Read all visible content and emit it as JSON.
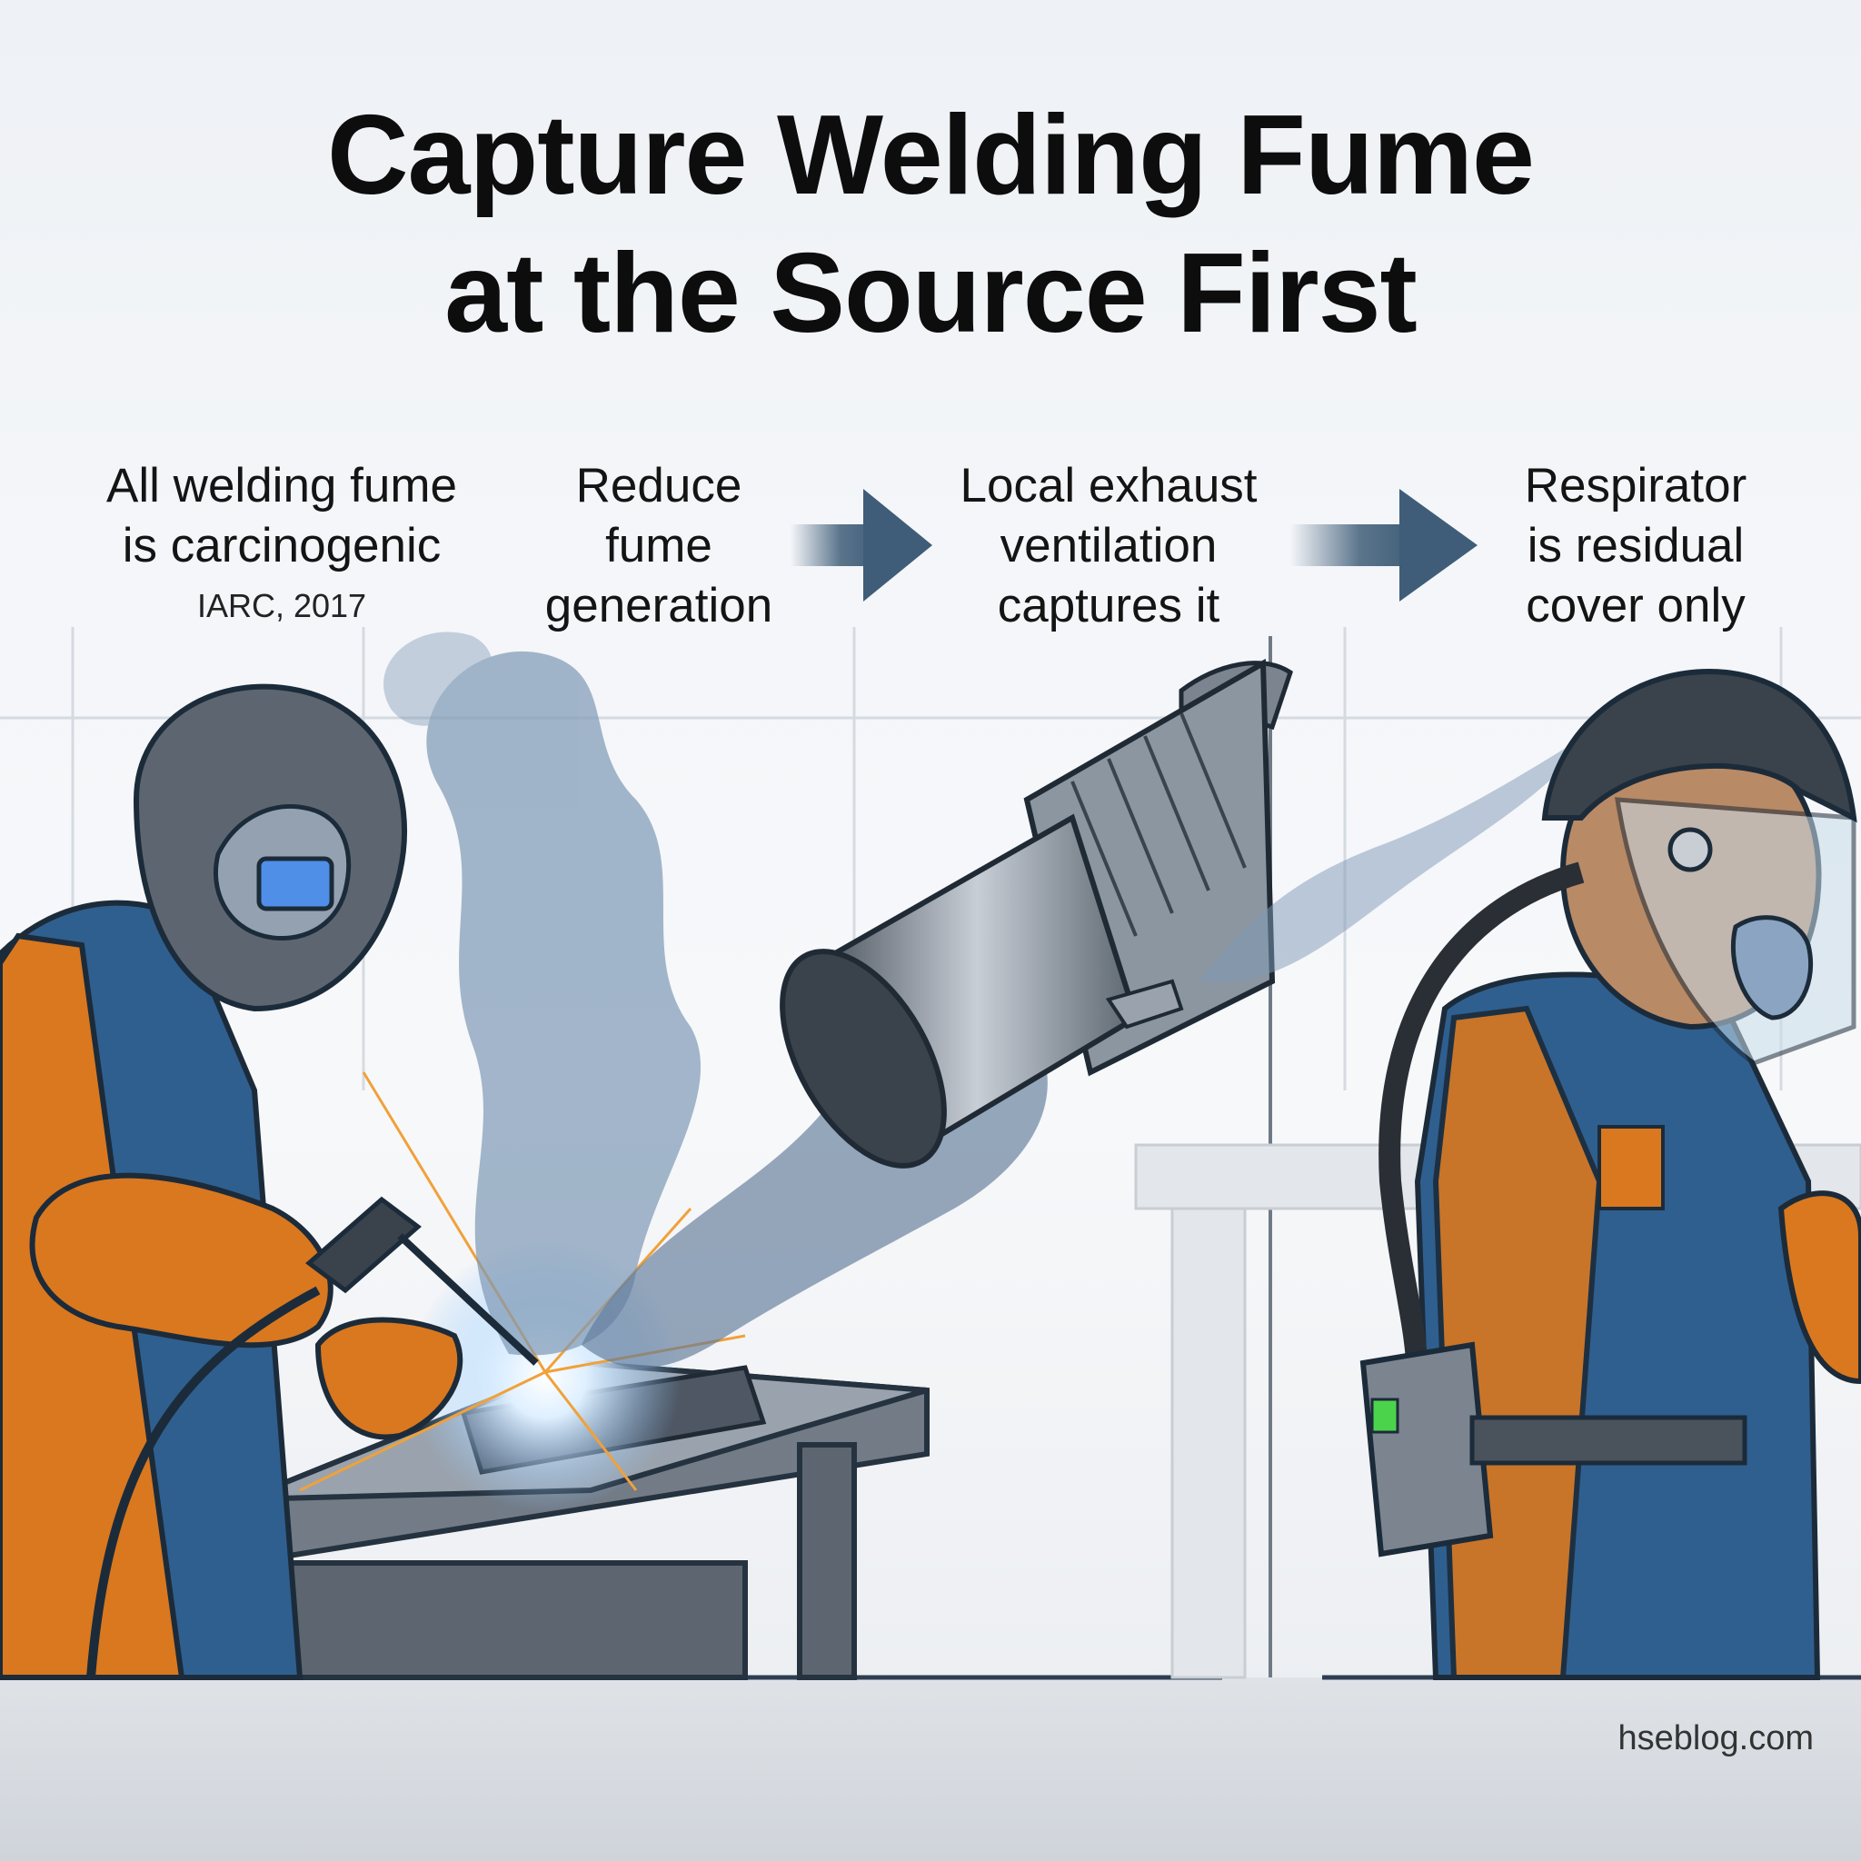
{
  "title": {
    "line1": "Capture Welding Fume",
    "line2": "at the Source First"
  },
  "steps": [
    {
      "lines": [
        "All welding fume",
        "is carcinogenic"
      ],
      "source": "IARC, 2017"
    },
    {
      "lines": [
        "Reduce",
        "fume",
        "generation"
      ]
    },
    {
      "lines": [
        "Local exhaust",
        "ventilation",
        "captures it"
      ]
    },
    {
      "lines": [
        "Respirator",
        "is residual",
        "cover only"
      ]
    }
  ],
  "credit": "hseblog.com",
  "colors": {
    "arrow": "#3f5d78",
    "orange": "#d9781f",
    "blue": "#2f5f8f",
    "steel": "#6f7a86",
    "fume": "#7d98b5"
  }
}
